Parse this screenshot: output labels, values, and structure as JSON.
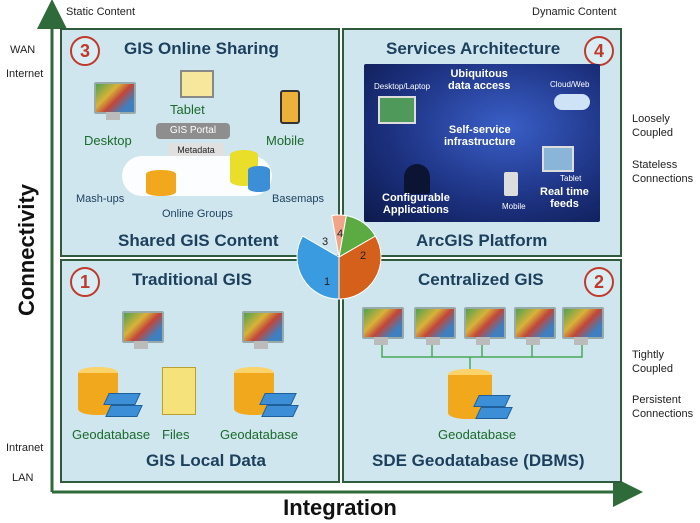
{
  "top_left_label": "Static Content",
  "top_right_label": "Dynamic Content",
  "left_labels": {
    "wan": "WAN",
    "internet": "Internet",
    "intranet": "Intranet",
    "lan": "LAN"
  },
  "right_labels": {
    "loosely": "Loosely\nCoupled",
    "stateless": "Stateless\nConnections",
    "tightly": "Tightly\nCoupled",
    "persistent": "Persistent\nConnections"
  },
  "axis": {
    "y": "Connectivity",
    "x": "Integration"
  },
  "quadrants": {
    "q3": {
      "num": "3",
      "title": "GIS Online Sharing",
      "footer": "Shared GIS Content",
      "labels": {
        "tablet": "Tablet",
        "desktop": "Desktop",
        "mobile": "Mobile",
        "portal": "GIS Portal",
        "metadata": "Metadata",
        "mashups": "Mash-ups",
        "basemaps": "Basemaps",
        "groups": "Online Groups"
      }
    },
    "q4": {
      "num": "4",
      "title": "Services Architecture",
      "footer": "ArcGIS Platform",
      "labels": {
        "desktop_laptop": "Desktop/Laptop",
        "ubiquitous": "Ubiquitous\ndata access",
        "cloud": "Cloud/Web",
        "selfservice": "Self-service\ninfrastructure",
        "tablet": "Tablet",
        "configurable": "Configurable\nApplications",
        "mobile": "Mobile",
        "realtime": "Real time\nfeeds"
      }
    },
    "q1": {
      "num": "1",
      "title": "Traditional GIS",
      "footer": "GIS Local Data",
      "labels": {
        "geodb1": "Geodatabase",
        "files": "Files",
        "geodb2": "Geodatabase"
      }
    },
    "q2": {
      "num": "2",
      "title": "Centralized GIS",
      "footer": "SDE Geodatabase (DBMS)",
      "labels": {
        "geodb": "Geodatabase"
      }
    }
  },
  "pie": {
    "slices": [
      {
        "label": "1",
        "color": "#3a9be0"
      },
      {
        "label": "2",
        "color": "#d5601b"
      },
      {
        "label": "3",
        "color": "#5bab42"
      },
      {
        "label": "4",
        "color": "#f0a58a"
      }
    ]
  },
  "colors": {
    "border": "#2f5a3c",
    "quad_bg": "#cfe6ef",
    "title": "#1c3f5c",
    "badge": "#c0392b",
    "green_text": "#1a6a2a"
  }
}
